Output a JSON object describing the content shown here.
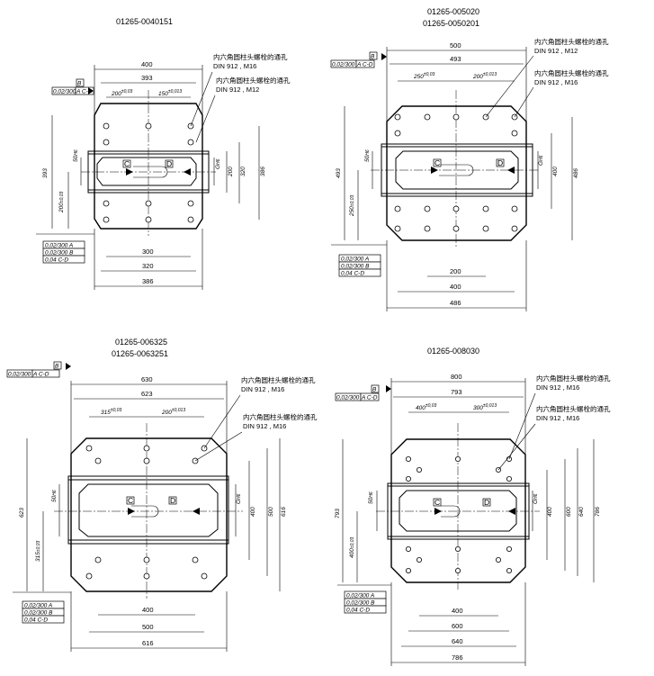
{
  "note_top": "内六角圆柱头螺栓的通孔",
  "views": [
    {
      "id": "v1",
      "titles": [
        "01265-0040151"
      ],
      "notes": [
        {
          "line1": "内六角圆柱头螺栓的通孔",
          "line2": "DIN 912 , M16"
        },
        {
          "line1": "内六角圆柱头螺栓的通孔",
          "line2": "DIN 912 , M12"
        }
      ],
      "datum_frame": {
        "tol": "0,02/300",
        "ref": "A C-D",
        "letter": "B"
      },
      "tol_block": [
        "0,02/300 A",
        "0,02/300 B",
        "0,04 C-D"
      ],
      "dims": {
        "top1": "400",
        "top2": "393",
        "top3": "200",
        "top3_tol": "±0,03",
        "top4": "150",
        "top4_tol": "±0,013",
        "left1": "393",
        "left2": "200",
        "left2_tol": "±0,03",
        "slot": "50",
        "slot_tol": "H6",
        "right1": "200",
        "right2": "320",
        "right3": "386",
        "g": "G",
        "g_tol": "H6",
        "bot1": "300",
        "bot2": "320",
        "bot3": "386"
      },
      "labels": {
        "c": "C",
        "d": "D"
      }
    },
    {
      "id": "v2",
      "titles": [
        "01265-005020",
        "01265-0050201"
      ],
      "notes": [
        {
          "line1": "内六角圆柱头螺栓的通孔",
          "line2": "DIN 912 , M12"
        },
        {
          "line1": "内六角圆柱头螺栓的通孔",
          "line2": "DIN 912 , M16"
        }
      ],
      "datum_frame": {
        "tol": "0,02/300",
        "ref": "A C-D",
        "letter": "B"
      },
      "tol_block": [
        "0,02/300 A",
        "0,02/300 B",
        "0,04 C-D"
      ],
      "dims": {
        "top1": "500",
        "top2": "493",
        "top3": "250",
        "top3_tol": "±0,03",
        "top4": "200",
        "top4_tol": "±0,013",
        "left1": "493",
        "left2": "250",
        "left2_tol": "±0,03",
        "slot": "50",
        "slot_tol": "H6",
        "right1": "400",
        "right2": "486",
        "g": "G",
        "g_tol": "H6",
        "bot1": "200",
        "bot2": "400",
        "bot3": "486"
      },
      "labels": {
        "c": "C",
        "d": "D"
      }
    },
    {
      "id": "v3",
      "titles": [
        "01265-006325",
        "01265-0063251"
      ],
      "notes": [
        {
          "line1": "内六角圆柱头螺栓的通孔",
          "line2": "DIN 912 , M16"
        },
        {
          "line1": "内六角圆柱头螺栓的通孔",
          "line2": "DIN 912 , M16"
        }
      ],
      "datum_frame": {
        "tol": "0,02/300",
        "ref": "A C-D",
        "letter": "B"
      },
      "tol_block": [
        "0,02/300 A",
        "0,02/300 B",
        "0,04 C-D"
      ],
      "dims": {
        "top1": "630",
        "top2": "623",
        "top3": "315",
        "top3_tol": "±0,03",
        "top4": "200",
        "top4_tol": "±0,013",
        "left1": "623",
        "left2": "315",
        "left2_tol": "±0,03",
        "slot": "50",
        "slot_tol": "H6",
        "right1": "400",
        "right2": "500",
        "right3": "616",
        "g": "G",
        "g_tol": "H6",
        "bot1": "400",
        "bot2": "500",
        "bot3": "616"
      },
      "labels": {
        "c": "C",
        "d": "D"
      }
    },
    {
      "id": "v4",
      "titles": [
        "01265-008030"
      ],
      "notes": [
        {
          "line1": "内六角圆柱头螺栓的通孔",
          "line2": "DIN 912 , M16"
        },
        {
          "line1": "内六角圆柱头螺栓的通孔",
          "line2": "DIN 912 , M16"
        }
      ],
      "datum_frame": {
        "tol": "0,02/300",
        "ref": "A C-D",
        "letter": "B"
      },
      "tol_block": [
        "0,02/300 A",
        "0,02/300 B",
        "0,04 C-D"
      ],
      "dims": {
        "top1": "800",
        "top2": "793",
        "top3": "400",
        "top3_tol": "±0,03",
        "top4": "300",
        "top4_tol": "±0,013",
        "left1": "793",
        "left2": "400",
        "left2_tol": "±0,03",
        "slot": "50",
        "slot_tol": "H6",
        "right1": "400",
        "right2": "600",
        "right3": "640",
        "right4": "786",
        "g": "G",
        "g_tol": "H6",
        "bot1": "400",
        "bot2": "600",
        "bot3": "640",
        "bot4": "786"
      },
      "labels": {
        "c": "C",
        "d": "D"
      }
    }
  ]
}
